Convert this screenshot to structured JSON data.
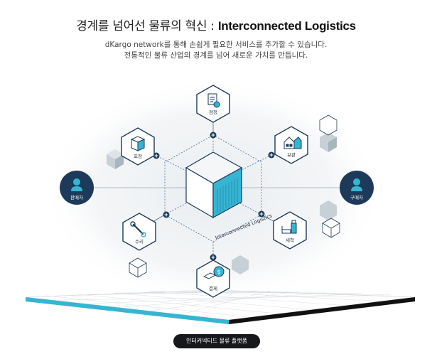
{
  "header": {
    "title_prefix": "경계를 넘어선 물류의 혁신 : ",
    "title_emphasis": "Interconnected Logistics",
    "subtitle_line1": "dKargo network를 통해 손쉽게 필요한 서비스를 추가할 수 있습니다.",
    "subtitle_line2": "전통적인 물류 산업의 경계를 넘어 새로운 가치를 만듭니다."
  },
  "center": {
    "label": "Interconnected Logistics"
  },
  "services": {
    "inspection": "검정",
    "packaging": "포장",
    "storage": "보관",
    "repair": "수리",
    "cleaning": "세척",
    "payment": "결제"
  },
  "actors": {
    "seller": "판매자",
    "buyer": "구매자"
  },
  "platform": {
    "badge": "인터커넥티드 물류 플랫폼"
  },
  "colors": {
    "navy": "#1e3a5a",
    "accent": "#36b5d3",
    "cube_gray": "#b7c2c9",
    "line_blue": "#4a6a9a"
  }
}
